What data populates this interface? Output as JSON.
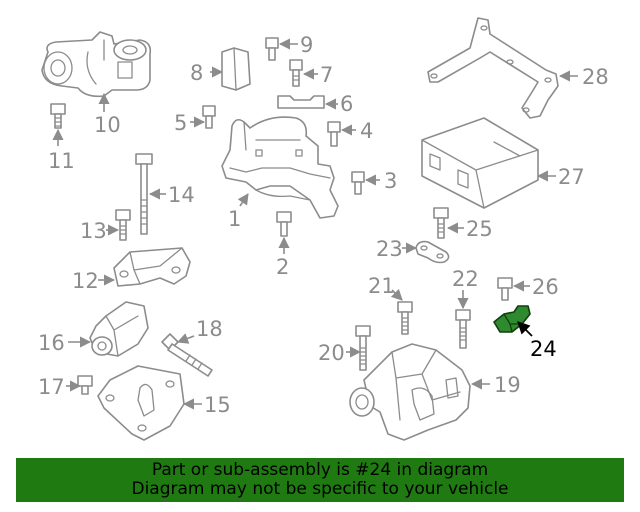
{
  "diagram": {
    "callouts": [
      "1",
      "2",
      "3",
      "4",
      "5",
      "6",
      "7",
      "8",
      "9",
      "10",
      "11",
      "12",
      "13",
      "14",
      "15",
      "16",
      "17",
      "18",
      "19",
      "20",
      "21",
      "22",
      "23",
      "24",
      "25",
      "26",
      "27",
      "28"
    ],
    "highlighted_part": "24",
    "highlight_color": "#2f8a2f"
  },
  "banner": {
    "line1": "Part or sub-assembly is #24 in diagram",
    "line2": "Diagram may not be specific to your vehicle",
    "background": "#1f7a12"
  }
}
